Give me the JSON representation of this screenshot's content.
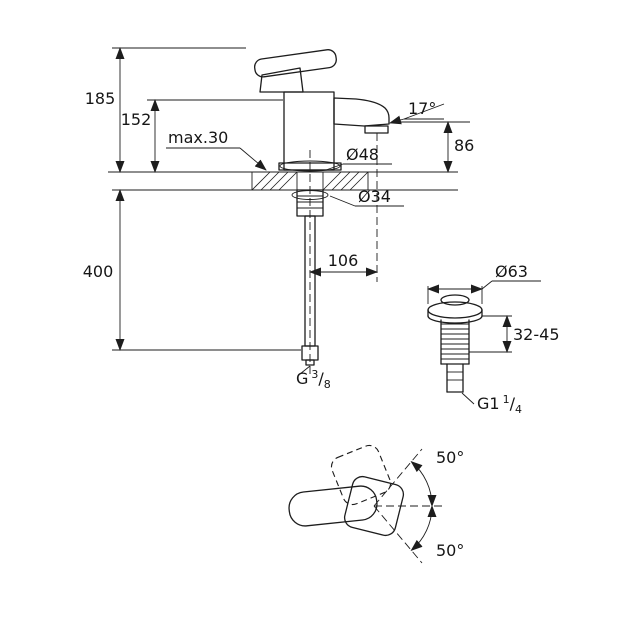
{
  "drawing": {
    "dimensions": {
      "overall_height": "185",
      "spout_height": "152",
      "max_deck_thickness": "max.30",
      "hose_length": "400",
      "spout_angle": "17°",
      "outlet_to_deck": "86",
      "base_diameter": "Ø48",
      "hole_diameter": "Ø34",
      "spout_projection": "106",
      "waste_flange_diameter": "Ø63",
      "clamp_range": "32-45",
      "supply_thread": {
        "g": "G",
        "num": "3",
        "slash": "/",
        "den": "8"
      },
      "waste_thread": {
        "g": "G1",
        "num": "1",
        "slash": "/",
        "den": "4"
      },
      "swivel_top": "50°",
      "swivel_bottom": "50°"
    }
  }
}
